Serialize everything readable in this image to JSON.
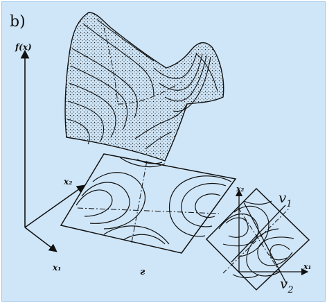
{
  "panel_label": "b)",
  "axes": {
    "f_axis": "f(x)",
    "x1": "x₁",
    "x2": "x₂",
    "x2_right": "x₂",
    "x1_right": "x₁"
  },
  "contour_plot_caption": "г",
  "vectors": {
    "v1": "v",
    "v1_sub": "1",
    "v2": "v",
    "v2_sub": "2"
  },
  "colors": {
    "background": "#cfe6f8",
    "ink": "#111111"
  }
}
